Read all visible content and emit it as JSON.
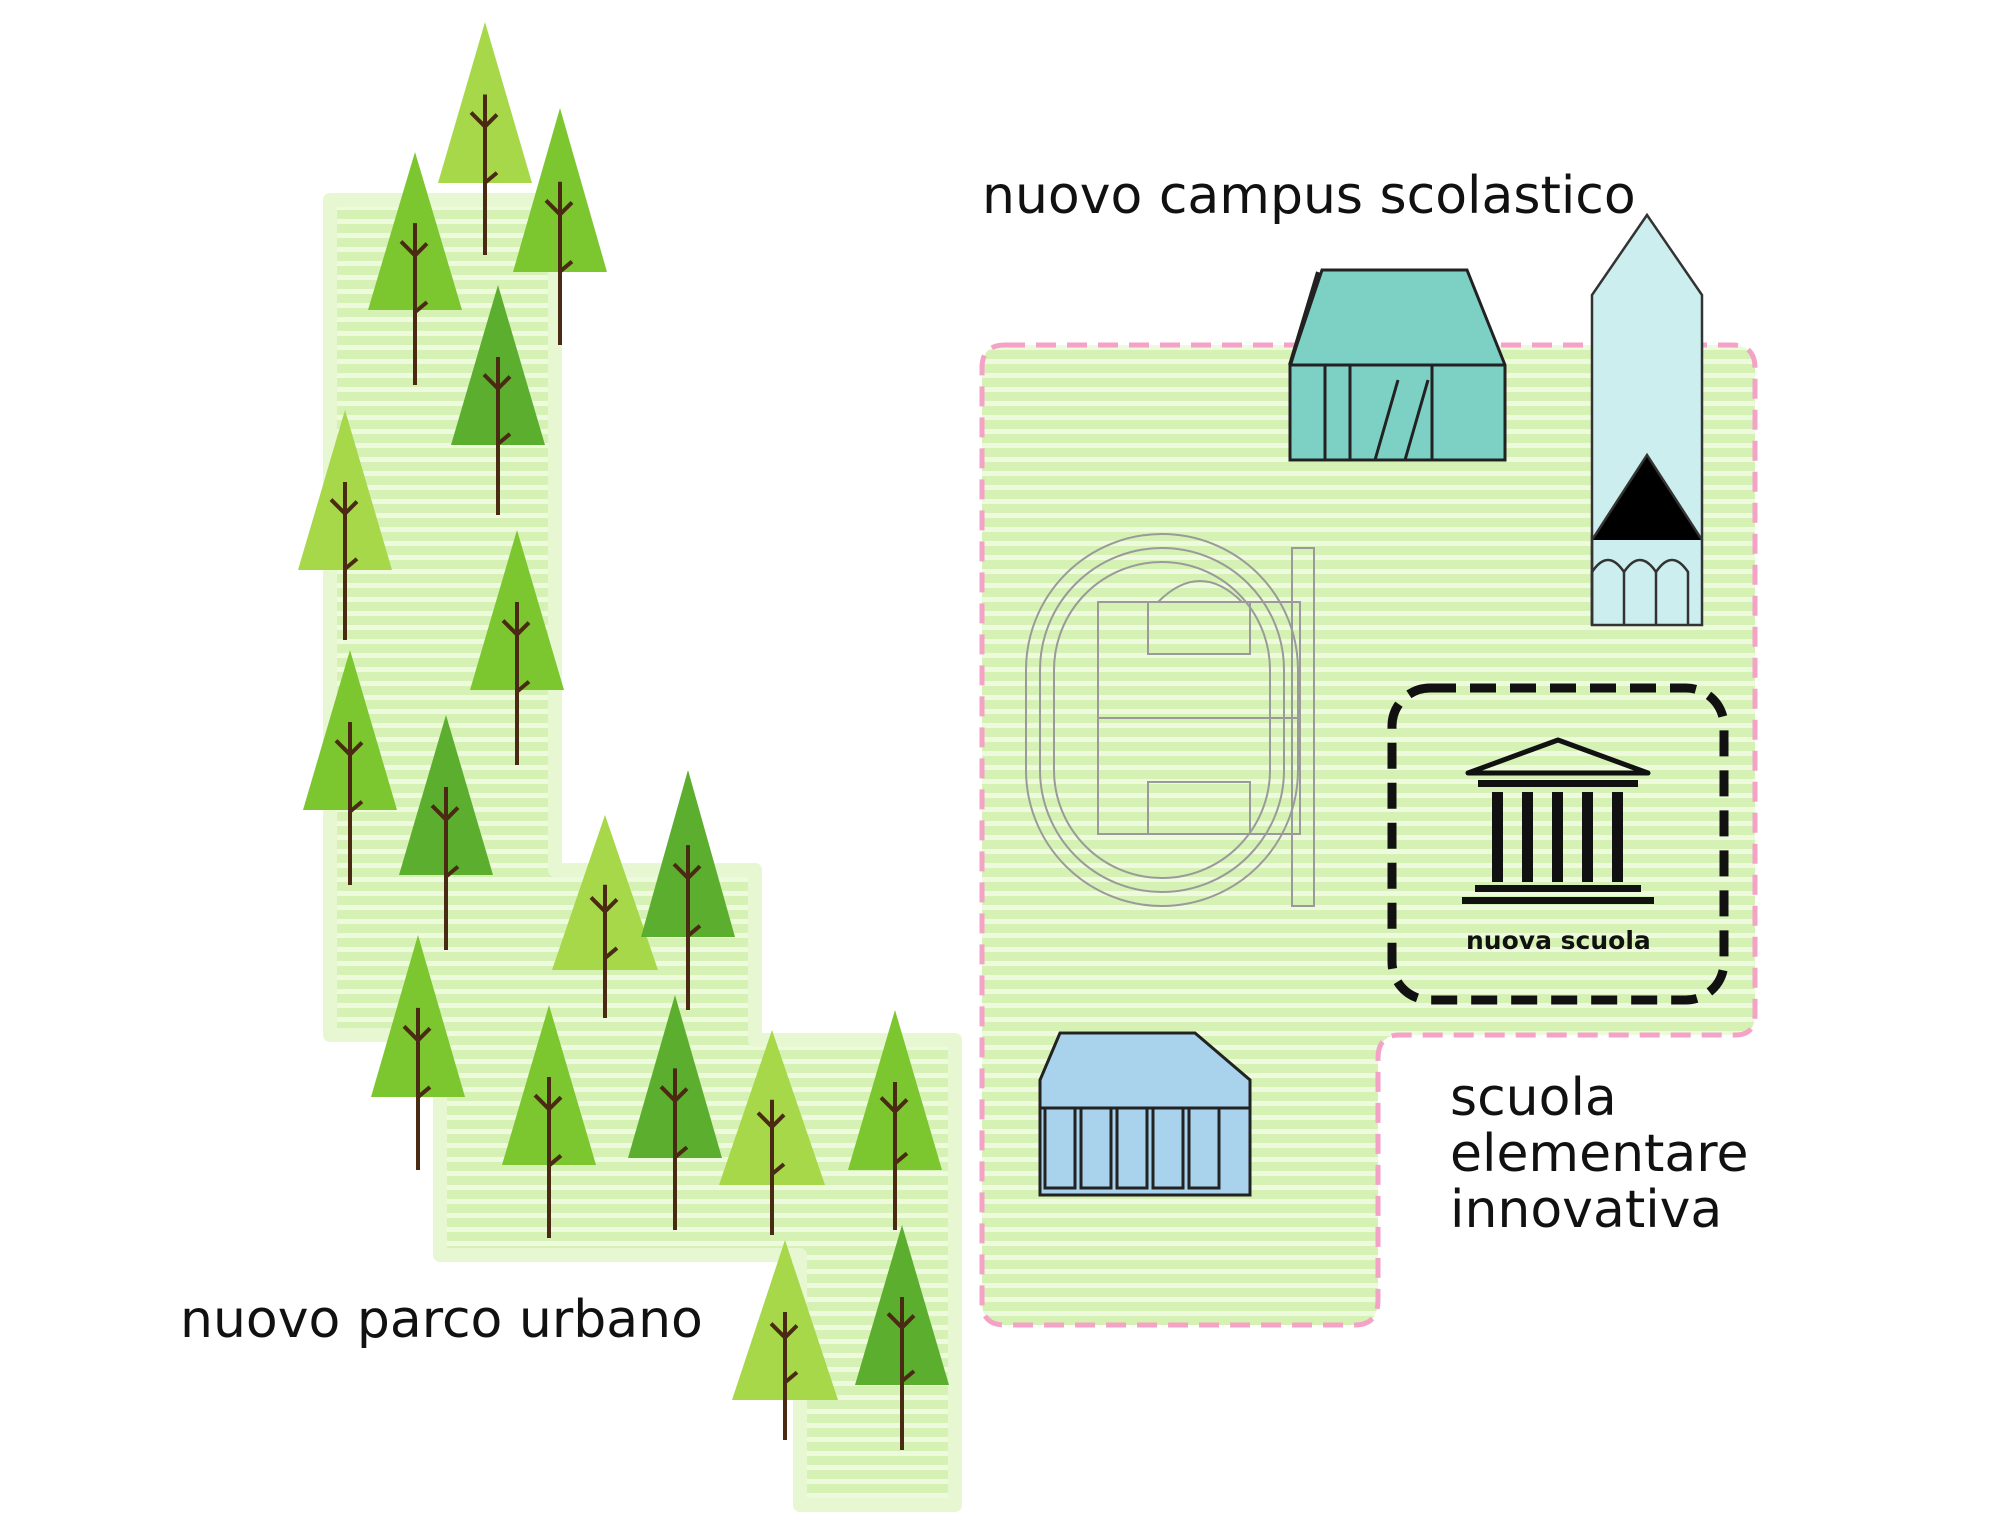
{
  "labels": {
    "campus": "nuovo campus scolastico",
    "park": "nuovo parco urbano",
    "elementary": [
      "scuola",
      "elementare",
      "innovativa"
    ],
    "new_school": "nuova scuola"
  },
  "colors": {
    "green_zone": "#d5f1b4",
    "green_stripe": "#eefade",
    "tree_light": "#a6d84a",
    "tree_mid": "#7cc62f",
    "tree_dark": "#5cae2e",
    "trunk": "#4a2a12",
    "campus_boundary": "#f4a3c6",
    "school_boundary": "#111111",
    "building_teal": "#7dd0c4",
    "building_tower": "#cdeeee",
    "building_blue": "#a9d3ec",
    "track_line": "#9a9a9a"
  },
  "icons": [
    "tree-icon",
    "building-icon",
    "tower-icon",
    "sports-field-icon",
    "classical-school-icon"
  ]
}
